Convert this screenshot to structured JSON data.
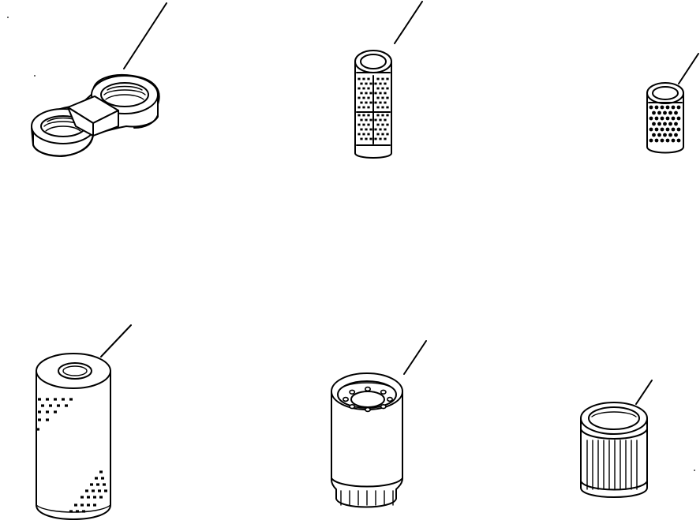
{
  "figure": {
    "background": "#ffffff",
    "ink": "#000000",
    "parts": [
      {
        "id": "strap-wrench",
        "icon": "filter-wrench-icon"
      },
      {
        "id": "mesh-strainer-long",
        "icon": "mesh-strainer-icon"
      },
      {
        "id": "mesh-strainer-short",
        "icon": "mesh-strainer-icon"
      },
      {
        "id": "cartridge-filter",
        "icon": "cartridge-filter-icon"
      },
      {
        "id": "spin-on-filter",
        "icon": "spin-on-filter-icon"
      },
      {
        "id": "pleated-element",
        "icon": "pleated-filter-icon"
      }
    ]
  }
}
